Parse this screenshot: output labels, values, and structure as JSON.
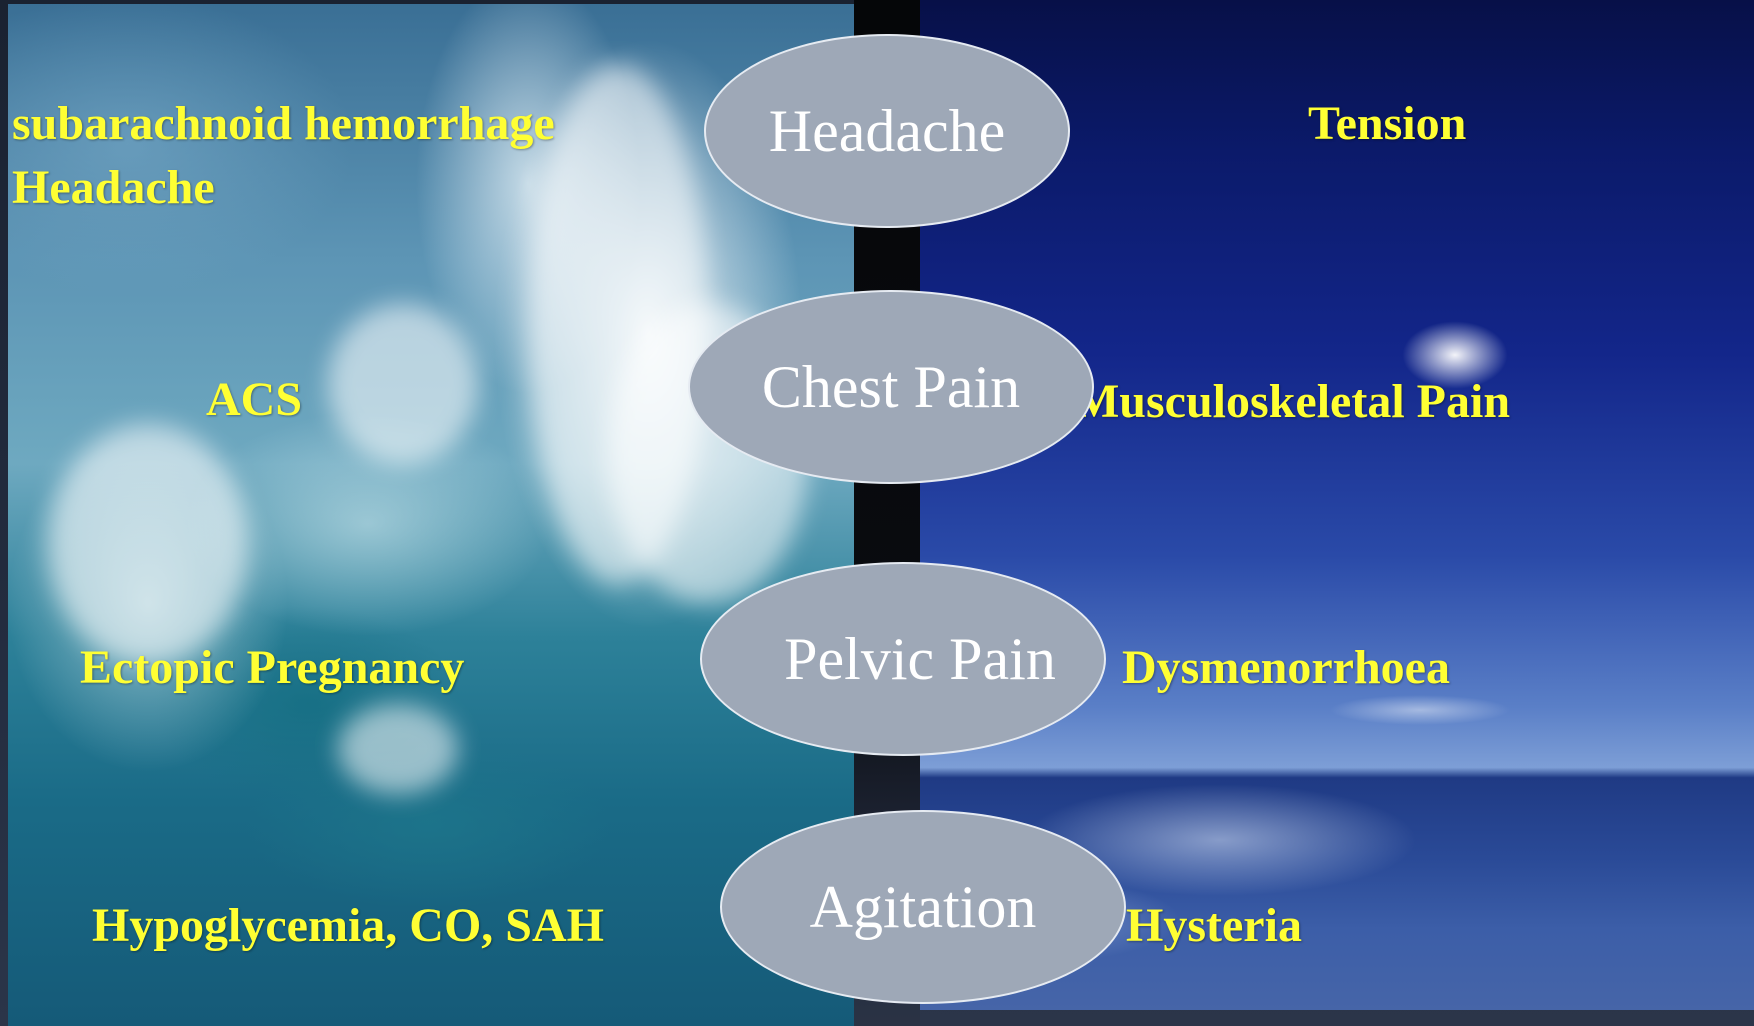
{
  "rows": [
    {
      "symptom": "Headache",
      "serious": "subarachnoid hemorrhage\nHeadache",
      "benign": "Tension"
    },
    {
      "symptom": "Chest Pain",
      "serious": "ACS",
      "benign": "Musculoskeletal Pain"
    },
    {
      "symptom": "Pelvic Pain",
      "serious": "Ectopic Pregnancy",
      "benign": "Dysmenorrhoea"
    },
    {
      "symptom": "Agitation",
      "serious": "Hypoglycemia, CO, SAH",
      "benign": "Hysteria"
    }
  ],
  "colors": {
    "label_yellow": "#ffff33",
    "oval_fill": "#9ea8b7",
    "oval_text": "#ffffff"
  }
}
